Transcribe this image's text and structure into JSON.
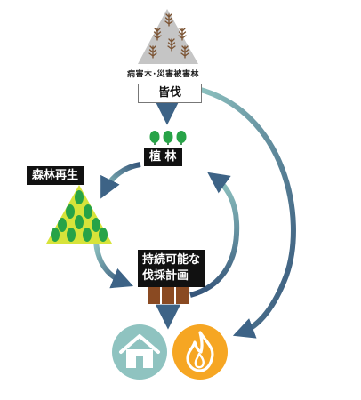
{
  "labels": {
    "damaged_forest": "病害木･災害被害林",
    "clear_cut": "皆伐",
    "planting": "植 林",
    "forest_regeneration": "森林再生",
    "sustainable_line1": "持続可能な",
    "sustainable_line2": "伐採計画"
  },
  "icons": {
    "damaged_mountain": "mountain-with-dead-trees-icon",
    "seedlings": "seedlings-icon",
    "forest": "forest-icon",
    "logs": "logs-icon",
    "house": "house-icon",
    "fire": "fire-icon"
  },
  "colors": {
    "mountain_gray": "#c5c5c5",
    "dead_tree_brown": "#7b5332",
    "tree_green": "#27a347",
    "forest_yellow": "#d7e33a",
    "log_brown": "#8a4a22",
    "house_teal": "#8fc3c0",
    "fire_orange": "#f6a623",
    "arrow_dark": "#35557a",
    "arrow_light": "#8ec3c0"
  }
}
